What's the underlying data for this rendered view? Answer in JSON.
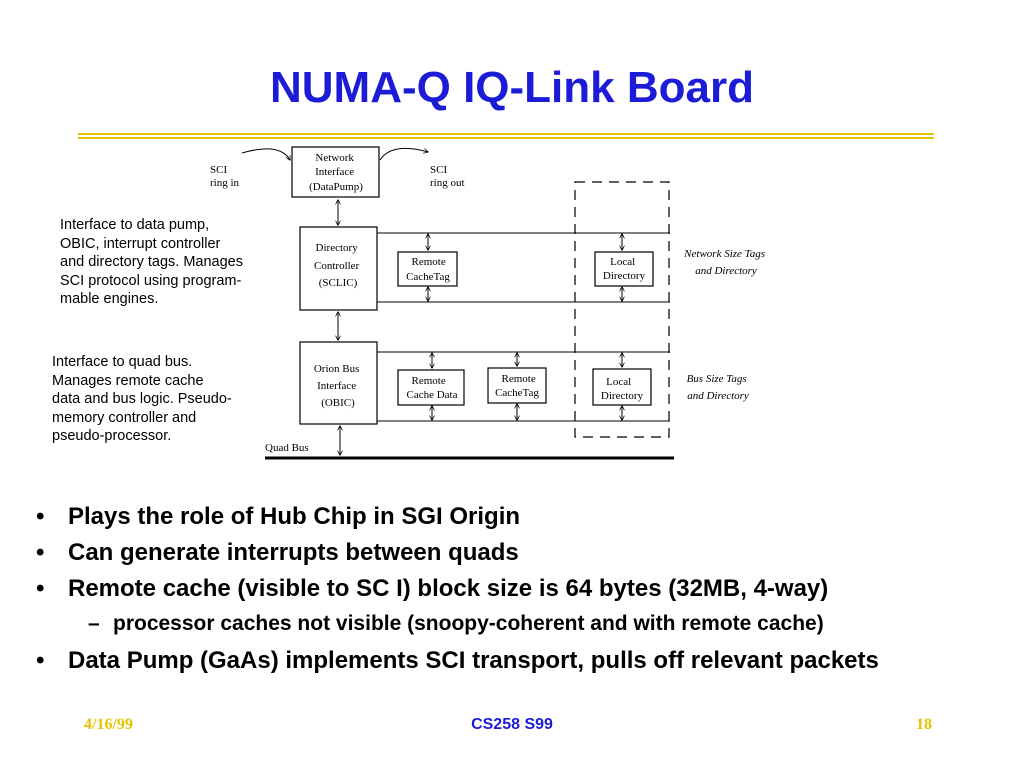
{
  "slide": {
    "title": "NUMA-Q IQ-Link Board",
    "left_notes": {
      "sclic_desc": "Interface to data pump,\nOBIC, interrupt controller\nand directory tags.  Manages\nSCI protocol using program-\nmable engines.",
      "obic_desc": "Interface to quad bus.\nManages remote cache\ndata and bus logic. Pseudo-\nmemory controller and\npseudo-processor."
    },
    "diagram": {
      "sci_in": [
        "SCI",
        "ring in"
      ],
      "sci_out": [
        "SCI",
        "ring out"
      ],
      "network_interface": [
        "Network",
        "Interface",
        "(DataPump)"
      ],
      "directory_controller": [
        "Directory",
        "Controller",
        "(SCLIC)"
      ],
      "remote_cachetag_top": [
        "Remote",
        "CacheTag"
      ],
      "local_directory_top": [
        "Local",
        "Directory"
      ],
      "orion_bus": [
        "Orion Bus",
        "Interface",
        "(OBIC)"
      ],
      "remote_cache_data": [
        "Remote",
        "Cache Data"
      ],
      "remote_cachetag_bottom": [
        "Remote",
        "CacheTag"
      ],
      "local_directory_bottom": [
        "Local",
        "Directory"
      ],
      "network_size_tags": [
        "Network Size Tags",
        "and Directory"
      ],
      "bus_size_tags": [
        "Bus Size Tags",
        "and Directory"
      ],
      "quad_bus": "Quad Bus"
    },
    "bullets": [
      "Plays the role of Hub Chip in SGI Origin",
      "Can generate interrupts between quads",
      "Remote cache (visible to SC I) block size is 64 bytes (32MB, 4-way)"
    ],
    "sub_bullet": "processor caches not visible (snoopy-coherent and with remote cache)",
    "last_bullet": "Data Pump (GaAs) implements SCI transport, pulls off relevant packets",
    "bullet_glyph": "•",
    "dash_glyph": "–",
    "footer": {
      "date": "4/16/99",
      "course": "CS258 S99",
      "page": "18"
    },
    "colors": {
      "title": "#1c1cd6",
      "rule": "#e8c200",
      "footer_side": "#e8c200"
    }
  }
}
